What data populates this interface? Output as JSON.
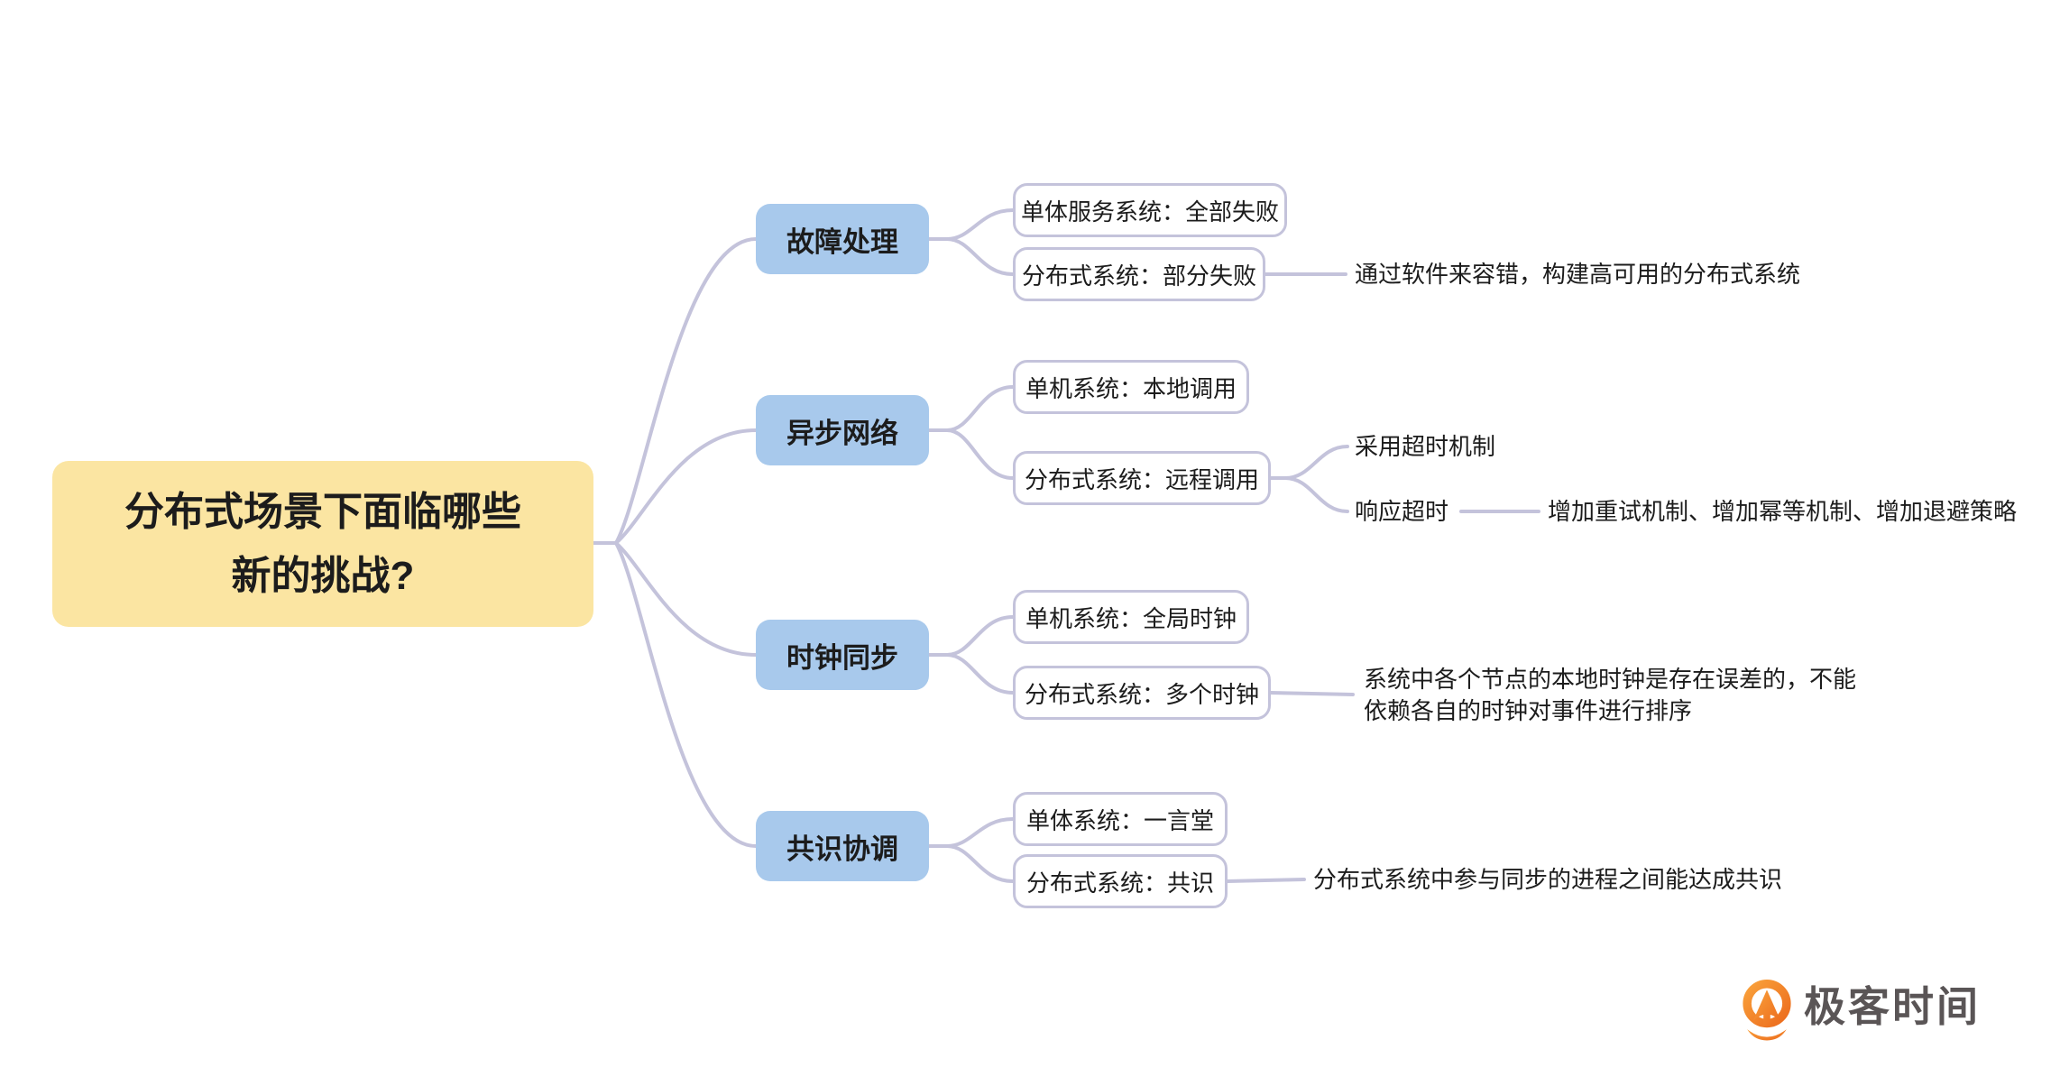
{
  "title": "分布式场景挑战思维导图",
  "colors": {
    "background": "#FFFFFF",
    "root_bg": "#FBE5A2",
    "branch_bg": "#A8C9EC",
    "leaf_border": "#C4C3DB",
    "connector_line": "#C4C3DB",
    "text": "#1C1C1C",
    "logo_orange_light": "#F9A13B",
    "logo_orange_dark": "#EC6B1D",
    "logo_text_gray": "#5A5556"
  },
  "root": {
    "label": "分布式场景下面临哪些\n新的挑战?"
  },
  "branches": [
    {
      "label": "故障处理",
      "children": [
        {
          "label": "单体服务系统：全部失败"
        },
        {
          "label": "分布式系统：部分失败",
          "children": [
            {
              "label": "通过软件来容错，构建高可用的分布式系统"
            }
          ]
        }
      ]
    },
    {
      "label": "异步网络",
      "children": [
        {
          "label": "单机系统：本地调用"
        },
        {
          "label": "分布式系统：远程调用",
          "children": [
            {
              "label": "采用超时机制"
            },
            {
              "label": "响应超时",
              "children": [
                {
                  "label": "增加重试机制、增加幂等机制、增加退避策略"
                }
              ]
            }
          ]
        }
      ]
    },
    {
      "label": "时钟同步",
      "children": [
        {
          "label": "单机系统：全局时钟"
        },
        {
          "label": "分布式系统：多个时钟",
          "children": [
            {
              "label": "系统中各个节点的本地时钟是存在误差的，不能\n依赖各自的时钟对事件进行排序"
            }
          ]
        }
      ]
    },
    {
      "label": "共识协调",
      "children": [
        {
          "label": "单体系统：一言堂"
        },
        {
          "label": "分布式系统：共识",
          "children": [
            {
              "label": "分布式系统中参与同步的进程之间能达成共识"
            }
          ]
        }
      ]
    }
  ],
  "logo": {
    "text": "极客时间",
    "icon": "geektime-logo-icon"
  }
}
